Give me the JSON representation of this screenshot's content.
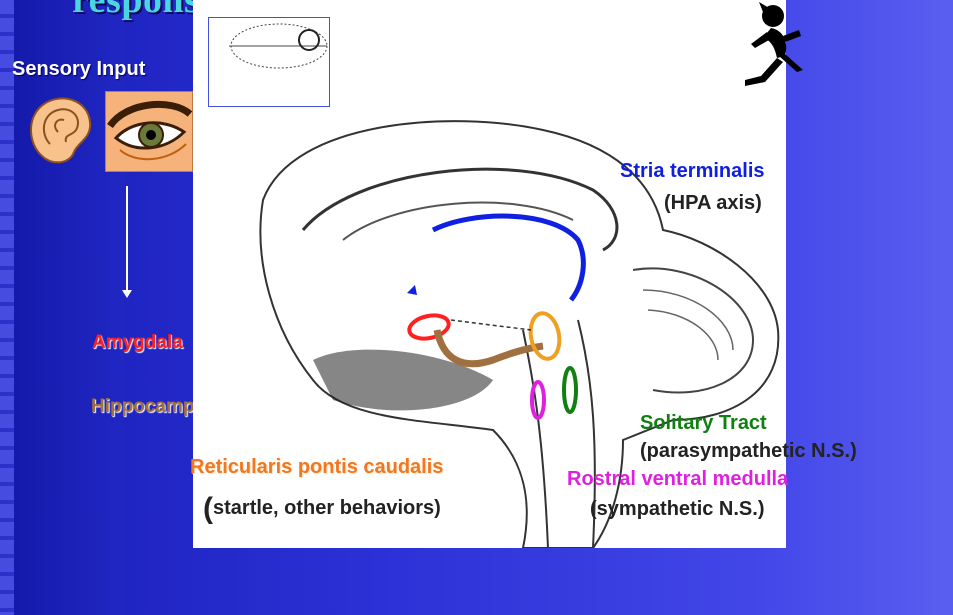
{
  "slide": {
    "title_fragment": "response",
    "sensory_input_label": "Sensory Input"
  },
  "labels": {
    "amygdala": "Amygdala",
    "hippocampus": "Hippocampus",
    "stria_terminalis": "Stria terminalis",
    "hpa_axis": "(HPA axis)",
    "solitary_tract": "Solitary Tract",
    "parasympathetic": "(parasympathetic N.S.)",
    "rostral_ventral_medulla": "Rostral ventral medulla",
    "sympathetic": "(sympathetic N.S.)",
    "reticularis": "Reticularis pontis caudalis",
    "startle_paren": "(",
    "startle": "startle, other behaviors)"
  },
  "colors": {
    "amygdala": "#ff2020",
    "hippocampus": "#a07040",
    "stria": "#1020e0",
    "solitary": "#108010",
    "rostral": "#e020e0",
    "reticularis": "#f07820",
    "orange_outline": "#f0a020"
  },
  "icons": [
    "ear-icon",
    "eye-icon",
    "running-figure-icon",
    "brain-diagram"
  ]
}
